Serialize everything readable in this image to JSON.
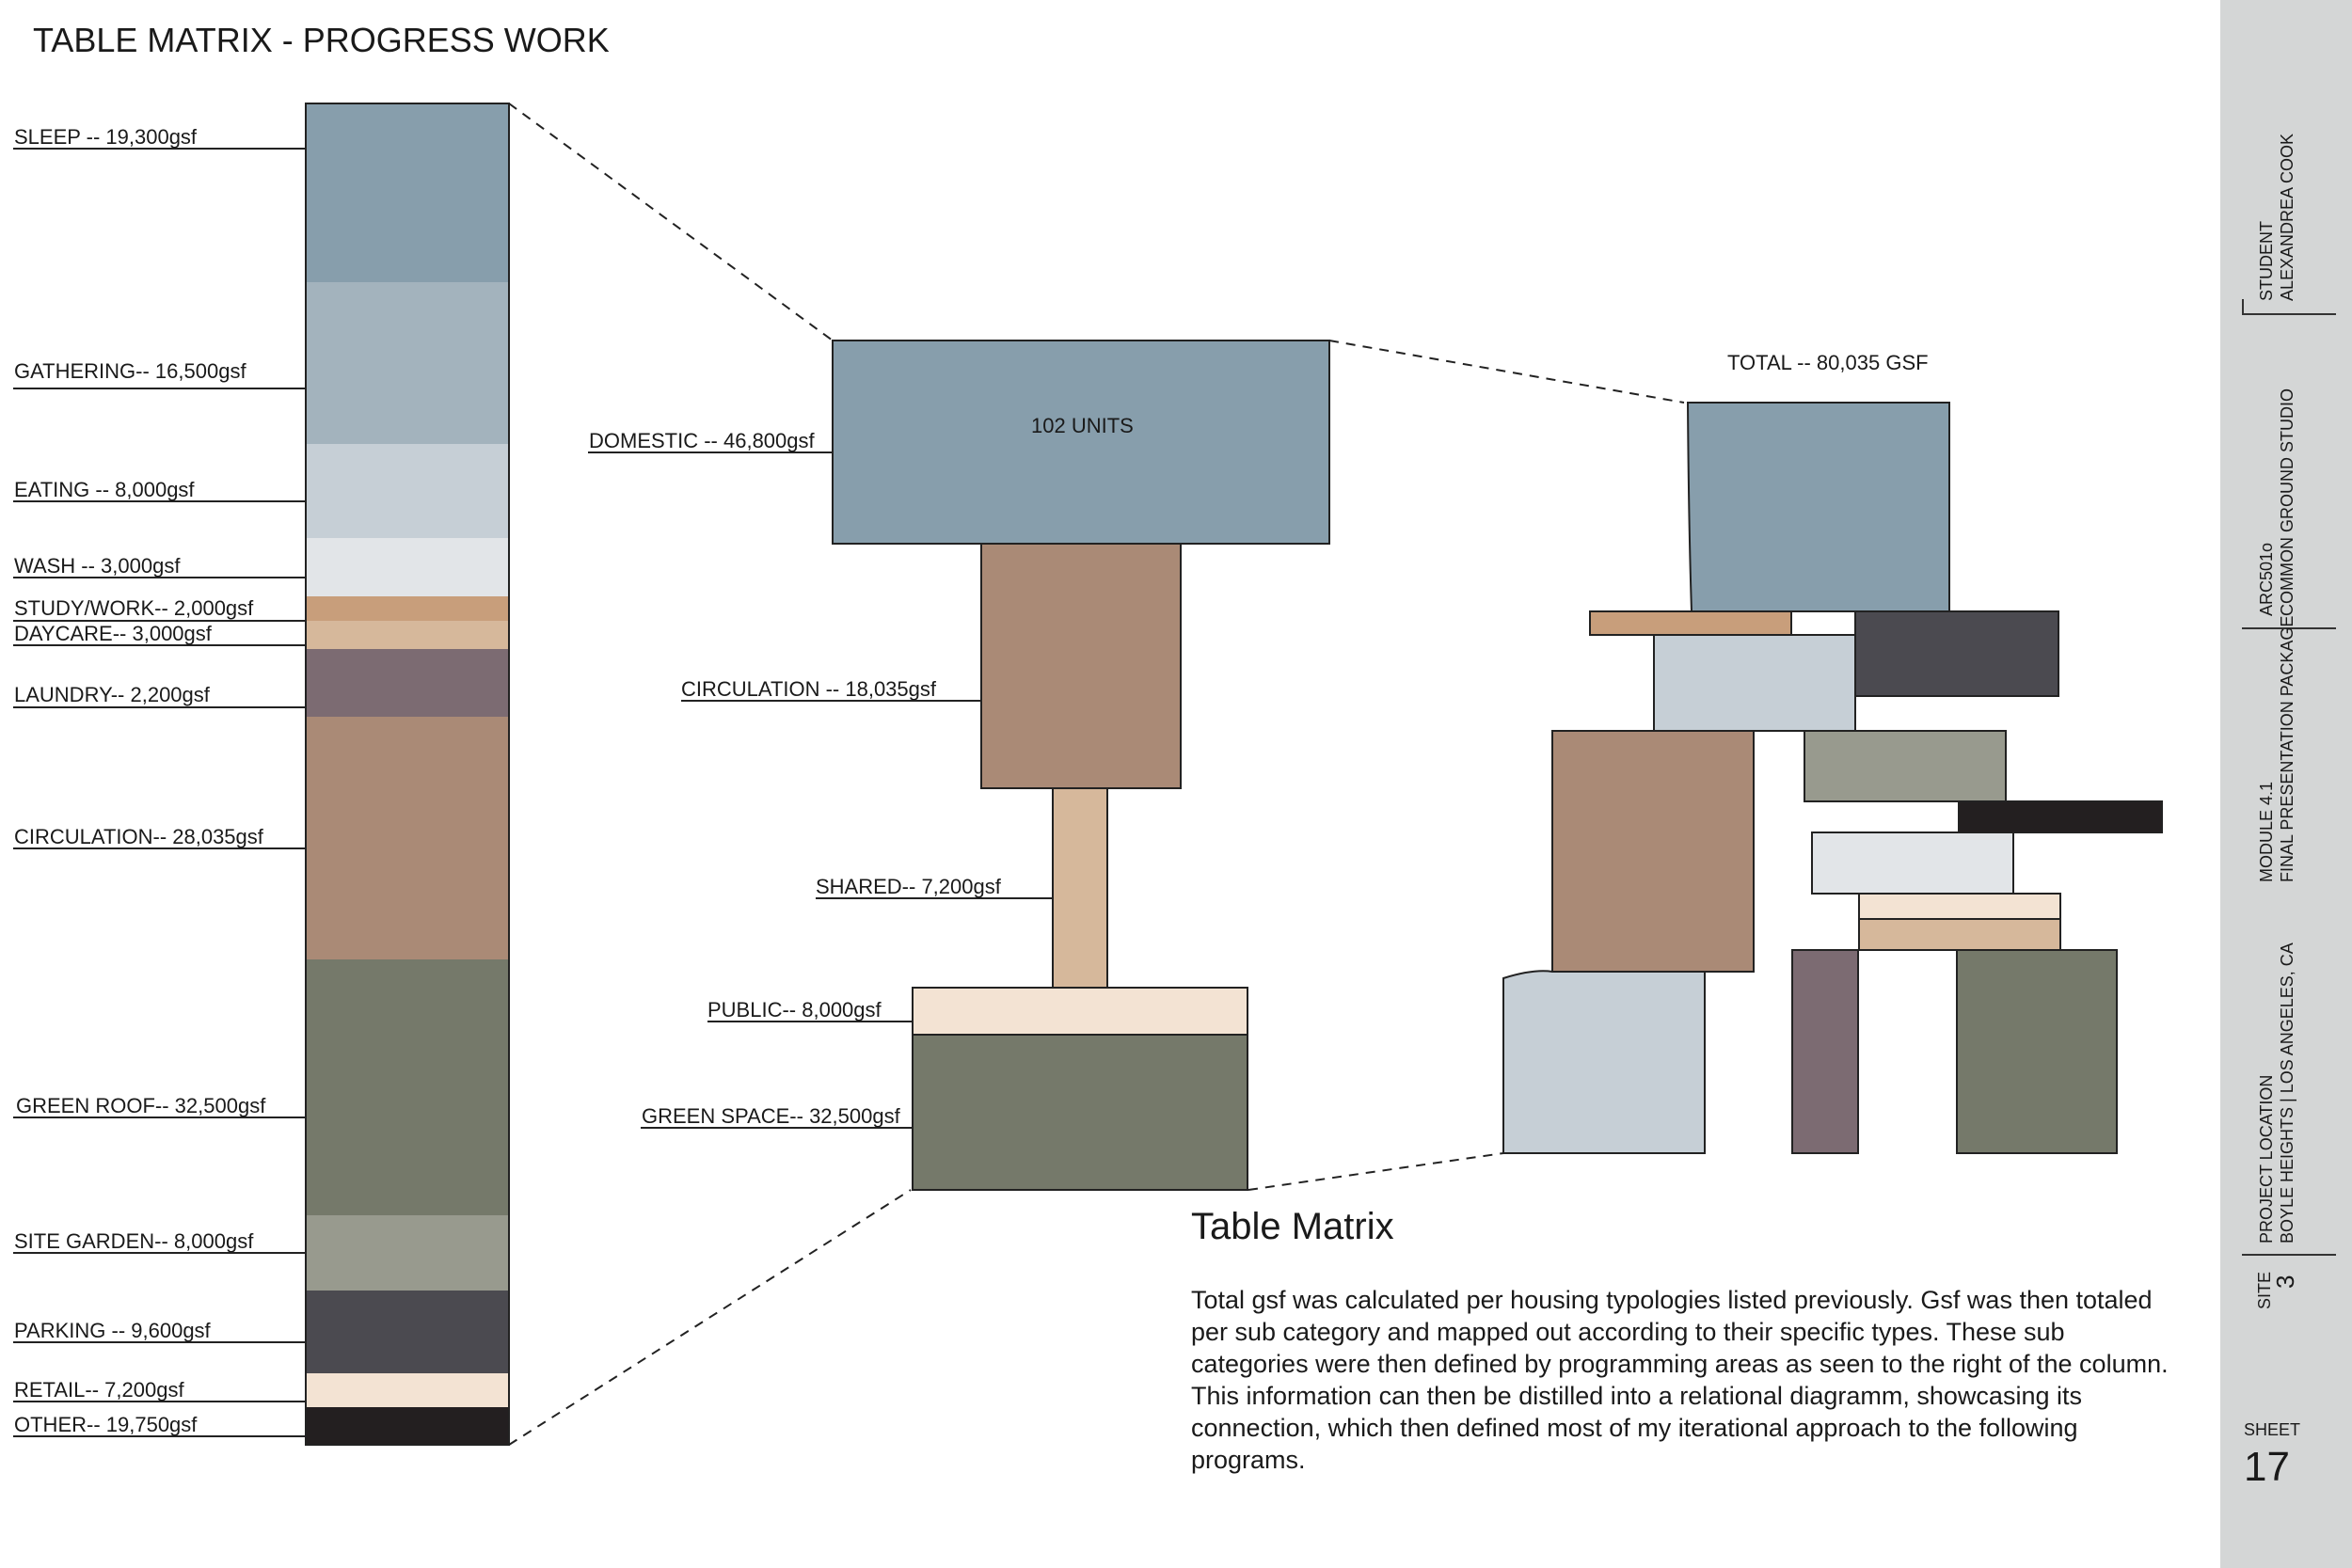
{
  "page": {
    "title": "TABLE MATRIX - PROGRESS WORK"
  },
  "column": {
    "items": [
      {
        "label": "SLEEP -- 19,300gsf",
        "color": "#879eac"
      },
      {
        "label": "GATHERING-- 16,500gsf",
        "color": "#a3b3bd"
      },
      {
        "label": "EATING -- 8,000gsf",
        "color": "#c6cfd6"
      },
      {
        "label": "WASH -- 3,000gsf",
        "color": "#e2e5e8"
      },
      {
        "label": "STUDY/WORK-- 2,000gsf",
        "color": "#c89e7b"
      },
      {
        "label": "DAYCARE-- 3,000gsf",
        "color": "#d6b89b"
      },
      {
        "label": "LAUNDRY-- 2,200gsf",
        "color": "#7c6b72"
      },
      {
        "label": "CIRCULATION-- 28,035gsf",
        "color": "#aa8a76"
      },
      {
        "label": "GREEN ROOF-- 32,500gsf",
        "color": "#75796a"
      },
      {
        "label": "SITE GARDEN-- 8,000gsf",
        "color": "#989a8e"
      },
      {
        "label": "PARKING -- 9,600gsf",
        "color": "#4b4a50"
      },
      {
        "label": "RETAIL-- 7,200gsf",
        "color": "#f3e3d3"
      },
      {
        "label": "OTHER-- 19,750gsf",
        "color": "#231f20"
      }
    ]
  },
  "categories": {
    "domestic": {
      "label": "DOMESTIC -- 46,800gsf",
      "inner": "102 UNITS",
      "color": "#879eac"
    },
    "circulation": {
      "label": "CIRCULATION -- 18,035gsf",
      "color": "#aa8a76"
    },
    "shared": {
      "label": "SHARED-- 7,200gsf",
      "color": "#d6b89b"
    },
    "public": {
      "label": "PUBLIC-- 8,000gsf",
      "color": "#f3e3d3"
    },
    "green_space": {
      "label": "GREEN SPACE-- 32,500gsf",
      "color": "#75796a"
    }
  },
  "relational": {
    "total_label": "TOTAL -- 80,035 GSF"
  },
  "description": {
    "title": "Table Matrix",
    "body": "Total gsf was calculated per housing typologies listed previously. Gsf was then totaled per sub category and mapped out according to their specific types. These sub categories were then defined by programming areas as seen to the right of the column. This information can then be distilled into a relational diagramm, showcasing its connection, which then defined most of my iterational approach to the following programs."
  },
  "title_block": {
    "student_label": "STUDENT",
    "student_name": "ALEXANDREA COOK",
    "course_code": "ARC501o",
    "course_name": "COMMON GROUND STUDIO",
    "module_label": "MODULE 4.1",
    "module_name": "FINAL PRESENTATION PACKAGE",
    "location_label": "PROJECT LOCATION",
    "location_name": "BOYLE HEIGHTS | LOS ANGELES, CA",
    "site_label": "SITE",
    "site_number": "3",
    "sheet_label": "SHEET",
    "sheet_number": "17"
  }
}
